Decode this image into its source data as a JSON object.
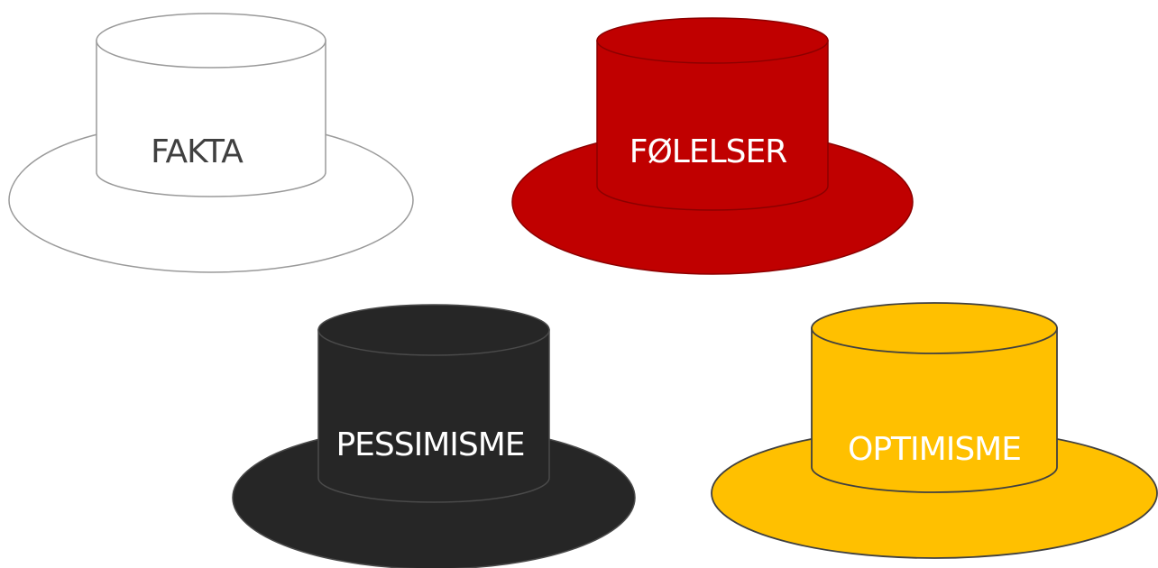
{
  "hats": [
    {
      "label": "FAKTA",
      "fill": "#ffffff",
      "stroke": "#9a9a9a",
      "text_color": "#404040"
    },
    {
      "label": "FØLELSER",
      "fill": "#c00000",
      "stroke": "#8c0000",
      "text_color": "#ffffff"
    },
    {
      "label": "PESSIMISME",
      "fill": "#262626",
      "stroke": "#4a4a4a",
      "text_color": "#ffffff"
    },
    {
      "label": "OPTIMISME",
      "fill": "#ffc000",
      "stroke": "#404040",
      "text_color": "#ffffff"
    }
  ]
}
